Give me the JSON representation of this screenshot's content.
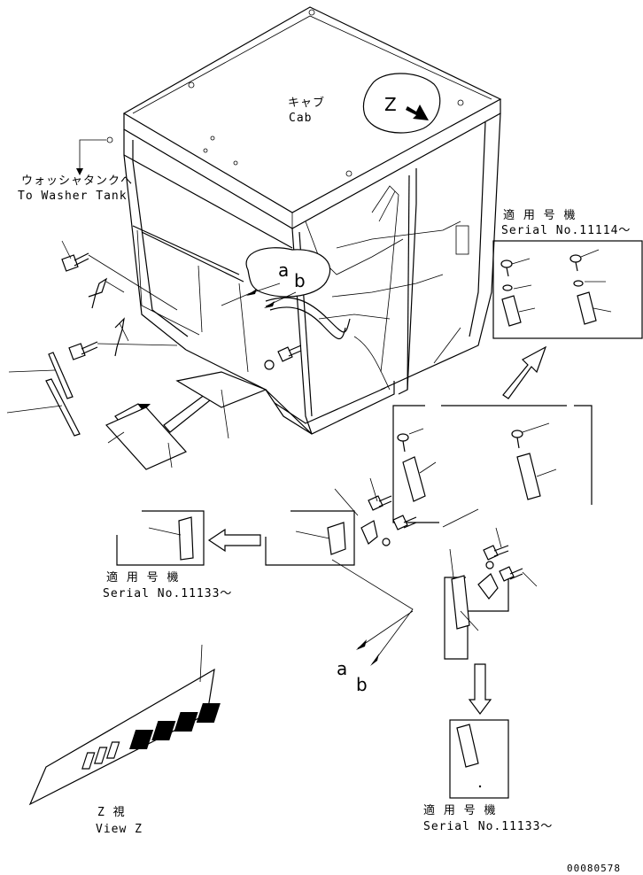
{
  "labels": {
    "cab_jp": "キャブ",
    "cab_en": "Cab",
    "callout_z": "Z",
    "washer_jp": "ウォッシャタンクへ",
    "washer_en": "To Washer Tank",
    "serial_jp_1": "適 用 号 機",
    "serial_en_1": "Serial No.11114～",
    "serial_jp_2": "適 用 号 機",
    "serial_en_2": "Serial No.11133～",
    "serial_jp_3": "適 用 号 機",
    "serial_en_3": "Serial No.11133～",
    "ref_a_top": "a",
    "ref_b_top": "b",
    "ref_a_bottom": "a",
    "ref_b_bottom": "b",
    "view_jp": "Z  視",
    "view_en": "View Z",
    "drawing_no": "00080578"
  }
}
